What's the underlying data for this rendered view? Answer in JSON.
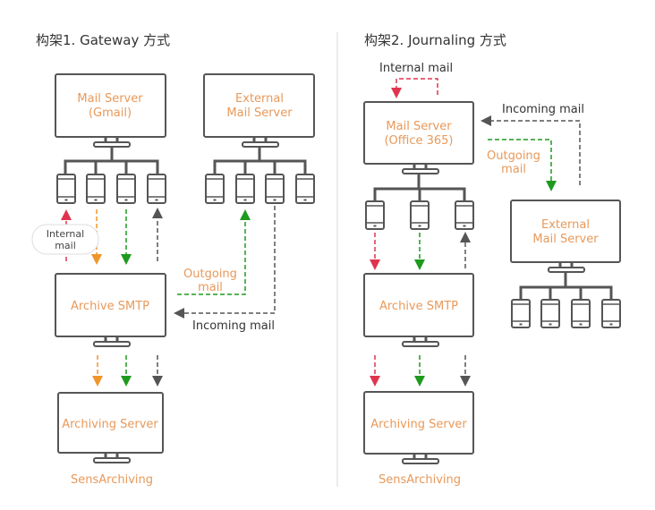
{
  "colors": {
    "internal": "#e0344e",
    "outgoing_to_archive": "#f0952a",
    "outgoing": "#1e9a1e",
    "incoming": "#555555",
    "label_orange": "#e8995a",
    "device_gray": "#555555"
  },
  "architecture1": {
    "title": "构架1. Gateway 方式",
    "mail_server": {
      "line1": "Mail Server",
      "line2": "(Gmail)"
    },
    "external_server": {
      "line1": "External",
      "line2": "Mail Server"
    },
    "archive_smtp": "Archive SMTP",
    "archiving_server": "Archiving Server",
    "product": "SensArchiving",
    "internal_mail_badge": {
      "line1": "Internal",
      "line2": "mail"
    },
    "outgoing_label": {
      "line1": "Outgoing",
      "line2": "mail"
    },
    "incoming_label": "Incoming mail"
  },
  "architecture2": {
    "title": "构架2. Journaling 方式",
    "internal_mail_label": "Internal mail",
    "mail_server": {
      "line1": "Mail Server",
      "line2": "(Office 365)"
    },
    "external_server": {
      "line1": "External",
      "line2": "Mail Server"
    },
    "archive_smtp": "Archive SMTP",
    "archiving_server": "Archiving Server",
    "product": "SensArchiving",
    "outgoing_label": {
      "line1": "Outgoing",
      "line2": "mail"
    },
    "incoming_label": "Incoming mail"
  }
}
